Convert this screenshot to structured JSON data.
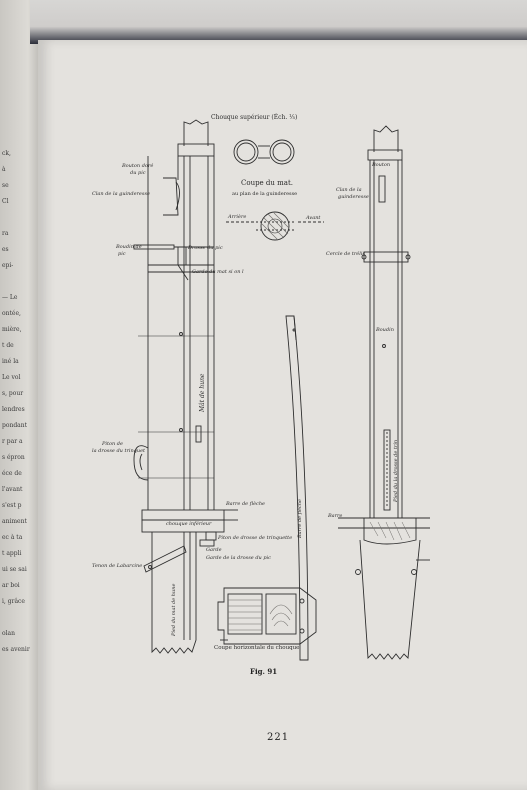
{
  "left_page_fragments": [
    "ck,",
    "à",
    "se",
    "Cl",
    "",
    "ra",
    "es",
    "epi-",
    "",
    "— Le",
    "ontée,",
    "mière,",
    "t de",
    "iné la",
    "Le vol",
    "s, pour",
    "lendres",
    "pondant",
    "r par a",
    "s épron",
    "éce de",
    "l'avant",
    "s'est p",
    "animent",
    "ec à ta",
    "t appli",
    "ui se sai",
    "ar boi",
    "i, grâce",
    "",
    "olan",
    "es avenir"
  ],
  "labels": {
    "chouque_sup": "Chouque supérieur (Éch. ⅟₅)",
    "coupe_mat": "Coupe du mat.",
    "coupe_mat_sub": "au plan de la guinderesse",
    "arriere": "Arrière",
    "avant": "Avant",
    "bouton_dore_l1": "Bouton doré",
    "bouton_dore_l2": "du pic",
    "clan_guinderesse_left": "Clan de la guinderesse",
    "boudin_l1": "Boudin de",
    "boudin_l2": "pic",
    "drosse_pic": "Drosse du pic",
    "garde_mat": "Garde du mat si on l",
    "mat_de_hune": "Mât de hune",
    "piton_l1": "Piton de",
    "piton_l2": "la drosse du trinquet",
    "barre_flèche": "Barre de flèche",
    "chouque_inf": "chouque inférieur",
    "piton_drosse_trinquette": "Piton de drosse de trinquette",
    "garde_drosse_pic_l1": "Garde",
    "garde_drosse_pic_l2": "Garde de la drosse du pic",
    "tenon_labarcine": "Tenon de Labarcine",
    "pied_mat": "Pied du mat de hune",
    "barre_de_fleche_vert": "Barre de flèche",
    "coupe_horizontale": "Coupe horizontale du chouque",
    "bouton_right": "Bouton",
    "clan_right_l1": "Clan de la",
    "clan_right_l2": "guinderesse",
    "cercle_trelis": "Cercle de trélis",
    "boudin_right": "Boudin",
    "barre_right": "Barre",
    "pied_right": "Pied du la drosse de trin",
    "fig": "Fig. 91",
    "page_number": "221"
  },
  "colors": {
    "paper": "#e4e2de",
    "ink": "#2f2f2f",
    "hatch": "#6e6c69",
    "backdrop": "#3c3a3b"
  }
}
